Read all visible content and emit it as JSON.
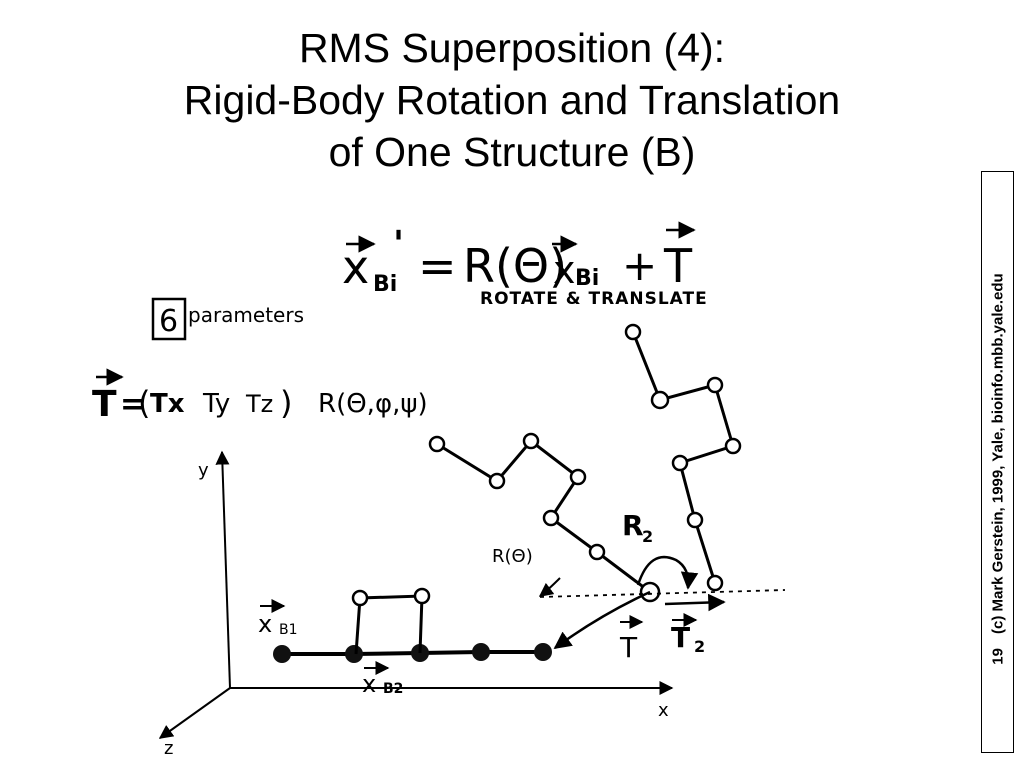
{
  "slide": {
    "title_lines": [
      "RMS Superposition (4):",
      "Rigid-Body Rotation and Translation",
      "of One Structure (B)"
    ],
    "page_number": "19",
    "copyright": "(c) Mark Gerstein, 1999, Yale, bioinfo.mbb.yale.edu"
  },
  "diagram": {
    "equation": {
      "lhs": "x",
      "lhs_sub": "Bi",
      "lhs_prime": "'",
      "equals": "=",
      "rotation": "R(Θ)",
      "vec": "x",
      "vec_sub": "Bi",
      "plus": "+",
      "translation": "T"
    },
    "caption": "ROTATE & TRANSLATE",
    "param_count": "6",
    "param_word": "parameters",
    "t_vector": {
      "lhs": "T",
      "eq": "=",
      "open": "(",
      "tx": "Tx",
      "ty": "Ty",
      "tz": "Tz",
      "close": ")"
    },
    "r_params": "R(Θ,φ,ψ)",
    "axes": {
      "y": "y",
      "x": "x",
      "z": "z"
    },
    "labels": {
      "xb1": "x",
      "xb1_sub": "B1",
      "xb2": "x",
      "xb2_sub": "B2",
      "r_theta": "R(Θ)",
      "r2": "R",
      "r2_sub": "2",
      "t": "T",
      "t2": "T",
      "t2_sub": "2"
    }
  }
}
